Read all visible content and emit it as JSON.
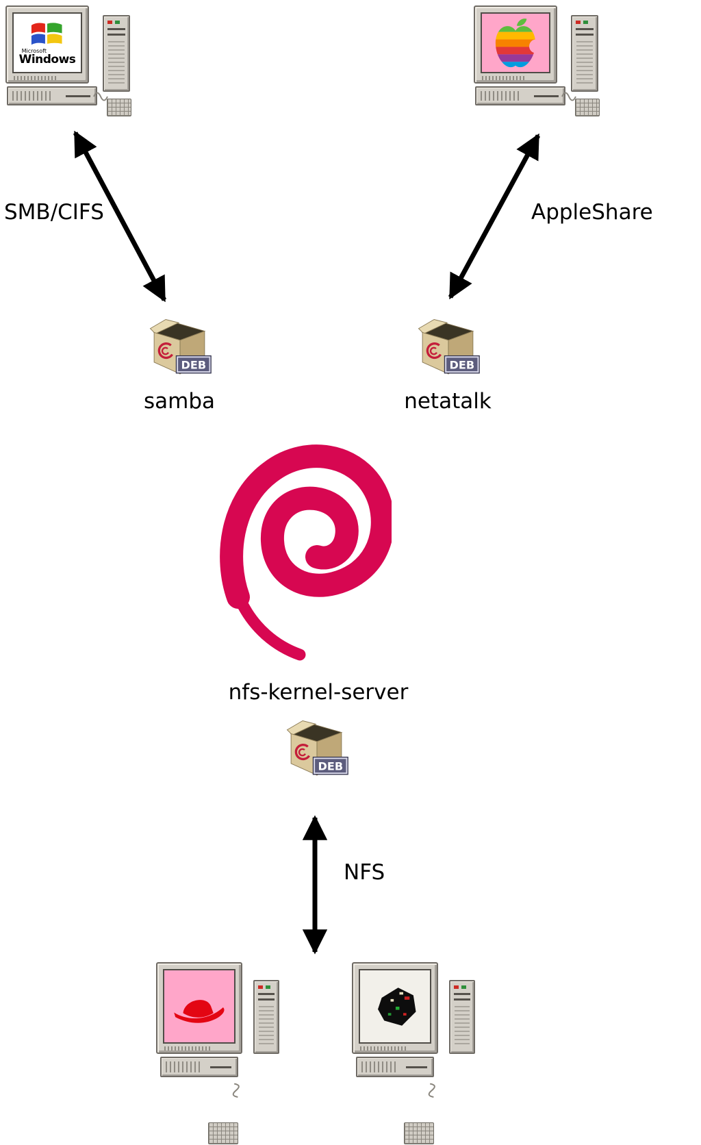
{
  "diagram": {
    "protocols": {
      "smb": "SMB/CIFS",
      "appleshare": "AppleShare",
      "nfs": "NFS"
    },
    "packages": {
      "samba": "samba",
      "netatalk": "netatalk",
      "nfs_kernel_server": "nfs-kernel-server",
      "deb_badge": "DEB"
    },
    "windows_logo": {
      "brand_top": "Microsoft",
      "brand": "Windows"
    },
    "colors": {
      "debian_swirl": "#d70751",
      "arrow": "#000000",
      "mac_screen_pink": "#ffa6c9",
      "redhat_screen_pink": "#ffa6c9",
      "deb_box_tan": "#dbc99d"
    }
  }
}
